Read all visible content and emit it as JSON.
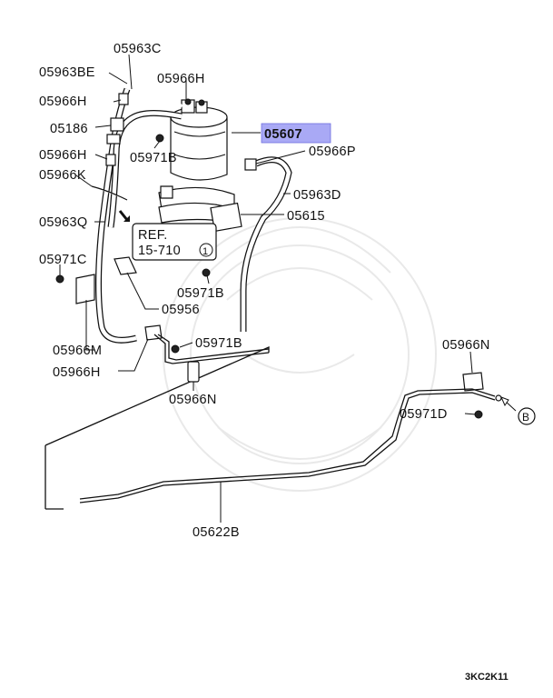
{
  "diagram_code": "3KC2K11",
  "callouts": {
    "c05963C": "05963C",
    "c05963BE": "05963BE",
    "c05966H_top": "05966H",
    "c05966H_upper": "05966H",
    "c05186": "05186",
    "c05966H_left": "05966H",
    "c05971B_a": "05971B",
    "c05966K": "05966K",
    "c05607": "05607",
    "c05966P": "05966P",
    "c05963D": "05963D",
    "c05615": "05615",
    "c05963Q": "05963Q",
    "c05971C": "05971C",
    "c05971B_b": "05971B",
    "c05956": "05956",
    "c05971B_c": "05971B",
    "c05966M": "05966M",
    "c05966H_low": "05966H",
    "c05966N_a": "05966N",
    "c05966N_b": "05966N",
    "c05971D": "05971D",
    "c05622B": "05622B"
  },
  "reference": {
    "line1": "REF.",
    "line2": "15-710",
    "mark": "1"
  },
  "view_marker": "B",
  "highlight_color": "#a9a9f5"
}
